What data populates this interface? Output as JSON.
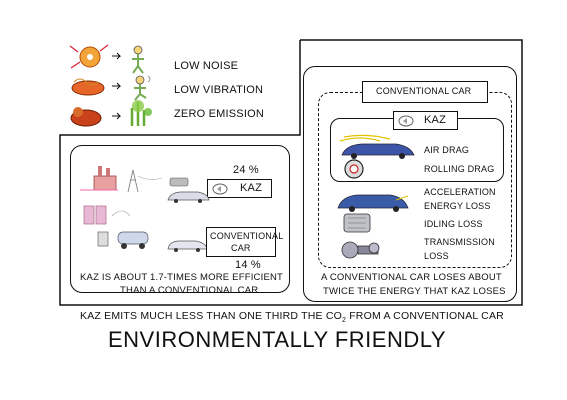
{
  "top_features": {
    "items": [
      "LOW NOISE",
      "LOW VIBRATION",
      "ZERO EMISSION"
    ]
  },
  "left_panel": {
    "kaz_percent": "24 %",
    "kaz_label": "KAZ",
    "conventional_label_line1": "CONVENTIONAL",
    "conventional_label_line2": "CAR",
    "conventional_percent": "14 %",
    "caption_line1": "KAZ IS ABOUT 1.7-TIMES MORE EFFICIENT",
    "caption_line2": "THAN A CONVENTIONAL CAR"
  },
  "right_panel": {
    "conventional_title": "CONVENTIONAL CAR",
    "kaz_label": "KAZ",
    "losses": [
      {
        "line1": "AIR DRAG",
        "line2": ""
      },
      {
        "line1": "ROLLING DRAG",
        "line2": ""
      },
      {
        "line1": "ACCELERATION",
        "line2": "ENERGY LOSS"
      },
      {
        "line1": "IDLING LOSS",
        "line2": ""
      },
      {
        "line1": "TRANSMISSION",
        "line2": "LOSS"
      }
    ],
    "caption_line1": "A CONVENTIONAL CAR LOSES ABOUT",
    "caption_line2": "TWICE THE ENERGY THAT KAZ LOSES"
  },
  "bottom": {
    "statement_part1": "KAZ EMITS MUCH LESS THAN ONE THIRD THE CO",
    "statement_subscript": "2",
    "statement_part2": " FROM A CONVENTIONAL CAR",
    "title": "ENVIRONMENTALLY FRIENDLY"
  }
}
